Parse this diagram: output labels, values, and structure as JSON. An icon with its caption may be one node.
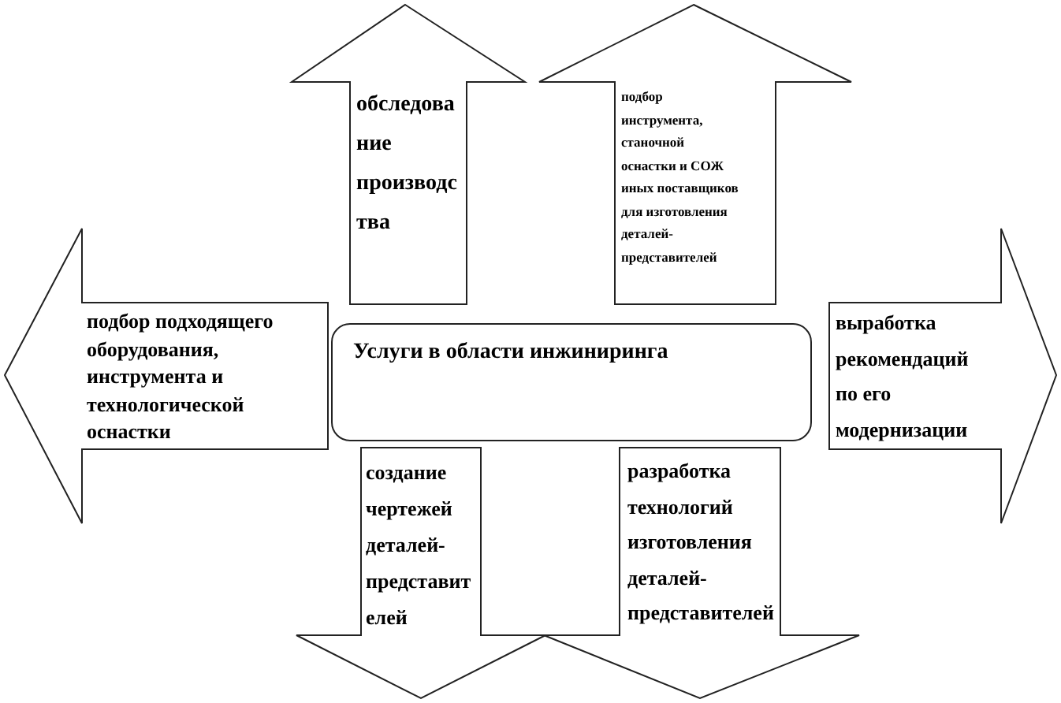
{
  "diagram": {
    "nodes": [
      {
        "text": [
          "обследование производства"
        ]
      },
      {
        "text": [
          "подбор инструмента, станочной оснастки и СОЖ иных поставщиков для изготовления деталей-представителей"
        ]
      },
      {
        "text": [
          "подбор подходящего оборудования, инструмента и технологической оснастки"
        ]
      },
      {
        "text": [
          "Услуги в области инжиниринга"
        ]
      },
      {
        "text": [
          "выработка рекомендаций по его модернизации"
        ]
      },
      {
        "text": [
          "создание чертежей деталей-представителей"
        ]
      },
      {
        "text": [
          "разработка технологий изготовления деталей-представителей"
        ]
      }
    ]
  }
}
